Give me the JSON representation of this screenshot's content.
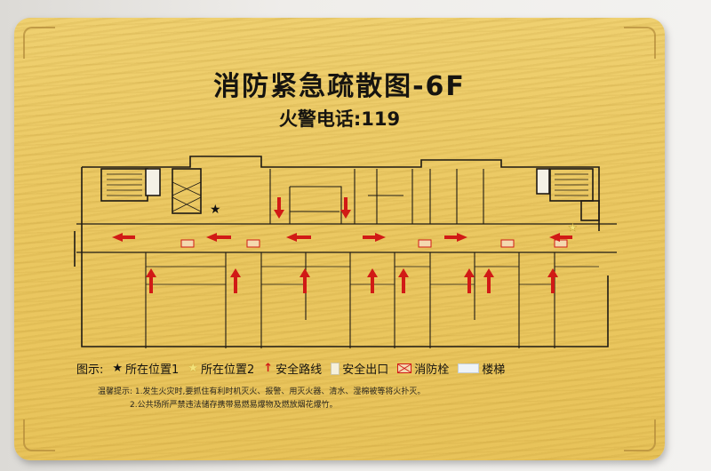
{
  "sign": {
    "title": "消防紧急疏散图-6F",
    "phone_label": "火警电话:",
    "phone_number": "119"
  },
  "legend": {
    "label": "图示:",
    "items": [
      {
        "icon": "star-icon",
        "text": "所在位置1"
      },
      {
        "icon": "star-outline-icon",
        "text": "所在位置2"
      },
      {
        "icon": "arrow-up-icon",
        "text": "安全路线"
      },
      {
        "icon": "exit-icon",
        "text": "安全出口"
      },
      {
        "icon": "hydrant-icon",
        "text": "消防栓"
      },
      {
        "icon": "stair-icon",
        "text": "楼梯"
      }
    ]
  },
  "notes": {
    "line1": "温馨提示: 1.发生火灾时,要抓住有利时机灭火、报警、用灭火器、清水、湿棉被等将火扑灭。",
    "line2": "2.公共场所严禁违法储存携带易燃易爆物及燃放烟花爆竹。"
  },
  "colors": {
    "board": "#ebc862",
    "route_arrow": "#d11a16",
    "wall_line": "#1e1a14"
  }
}
